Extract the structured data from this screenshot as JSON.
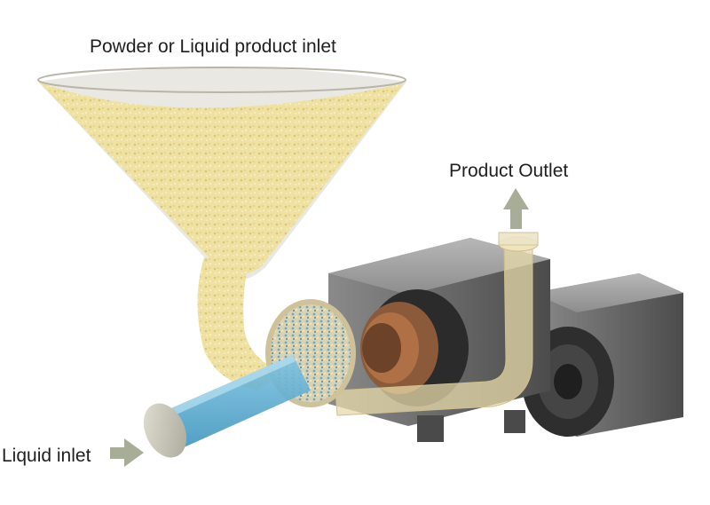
{
  "labels": {
    "powder_inlet": "Powder or Liquid product inlet",
    "product_outlet": "Product Outlet",
    "liquid_inlet": "Liquid inlet"
  },
  "colors": {
    "powder": "#efe1a1",
    "powder_dark": "#d9c67a",
    "liquid": "#5fb3d8",
    "arrow": "#a8ad98",
    "machine_body": "#6d6d6d",
    "machine_dark": "#2f2f2f",
    "pipe_cream": "#e8d9aa"
  },
  "icons": [
    "upward-arrow-icon",
    "rightward-arrow-icon"
  ]
}
